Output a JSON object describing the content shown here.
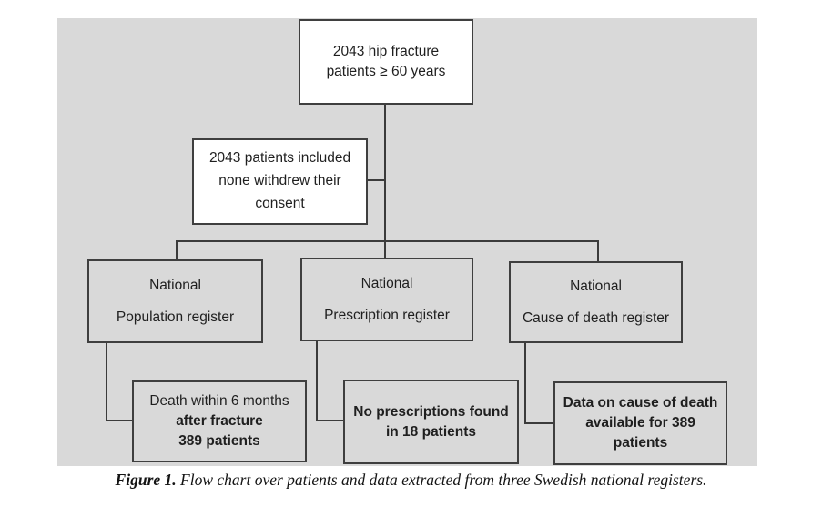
{
  "figure": {
    "caption_label": "Figure 1.",
    "caption_text": " Flow chart over patients and data extracted from three Swedish national registers."
  },
  "colors": {
    "canvas_background": "#d9d9d9",
    "page_background": "#ffffff",
    "box_border": "#3f3f3f",
    "white_box_fill": "#ffffff",
    "gray_box_fill": "#d9d9d9",
    "connector": "#3b3b3b",
    "text": "#1f1f1f"
  },
  "nodes": {
    "hip_fracture": {
      "lines": [
        "2043 hip fracture",
        "patients ≥ 60 years"
      ]
    },
    "included": {
      "lines": [
        "2043 patients included",
        "none withdrew their",
        "consent"
      ]
    },
    "population_register": {
      "lines": [
        "National",
        "Population register"
      ]
    },
    "prescription_register": {
      "lines": [
        "National",
        "Prescription register"
      ]
    },
    "cause_of_death_register": {
      "lines": [
        "National",
        "Cause of death register"
      ]
    },
    "death_within_6_months": {
      "lines": [
        "Death within 6 months",
        "after fracture",
        "389 patients"
      ]
    },
    "no_prescriptions": {
      "lines": [
        "No prescriptions found",
        "in 18 patients"
      ]
    },
    "data_on_cause_of_death": {
      "lines": [
        "Data on cause of death",
        "available for 389",
        "patients"
      ]
    }
  }
}
